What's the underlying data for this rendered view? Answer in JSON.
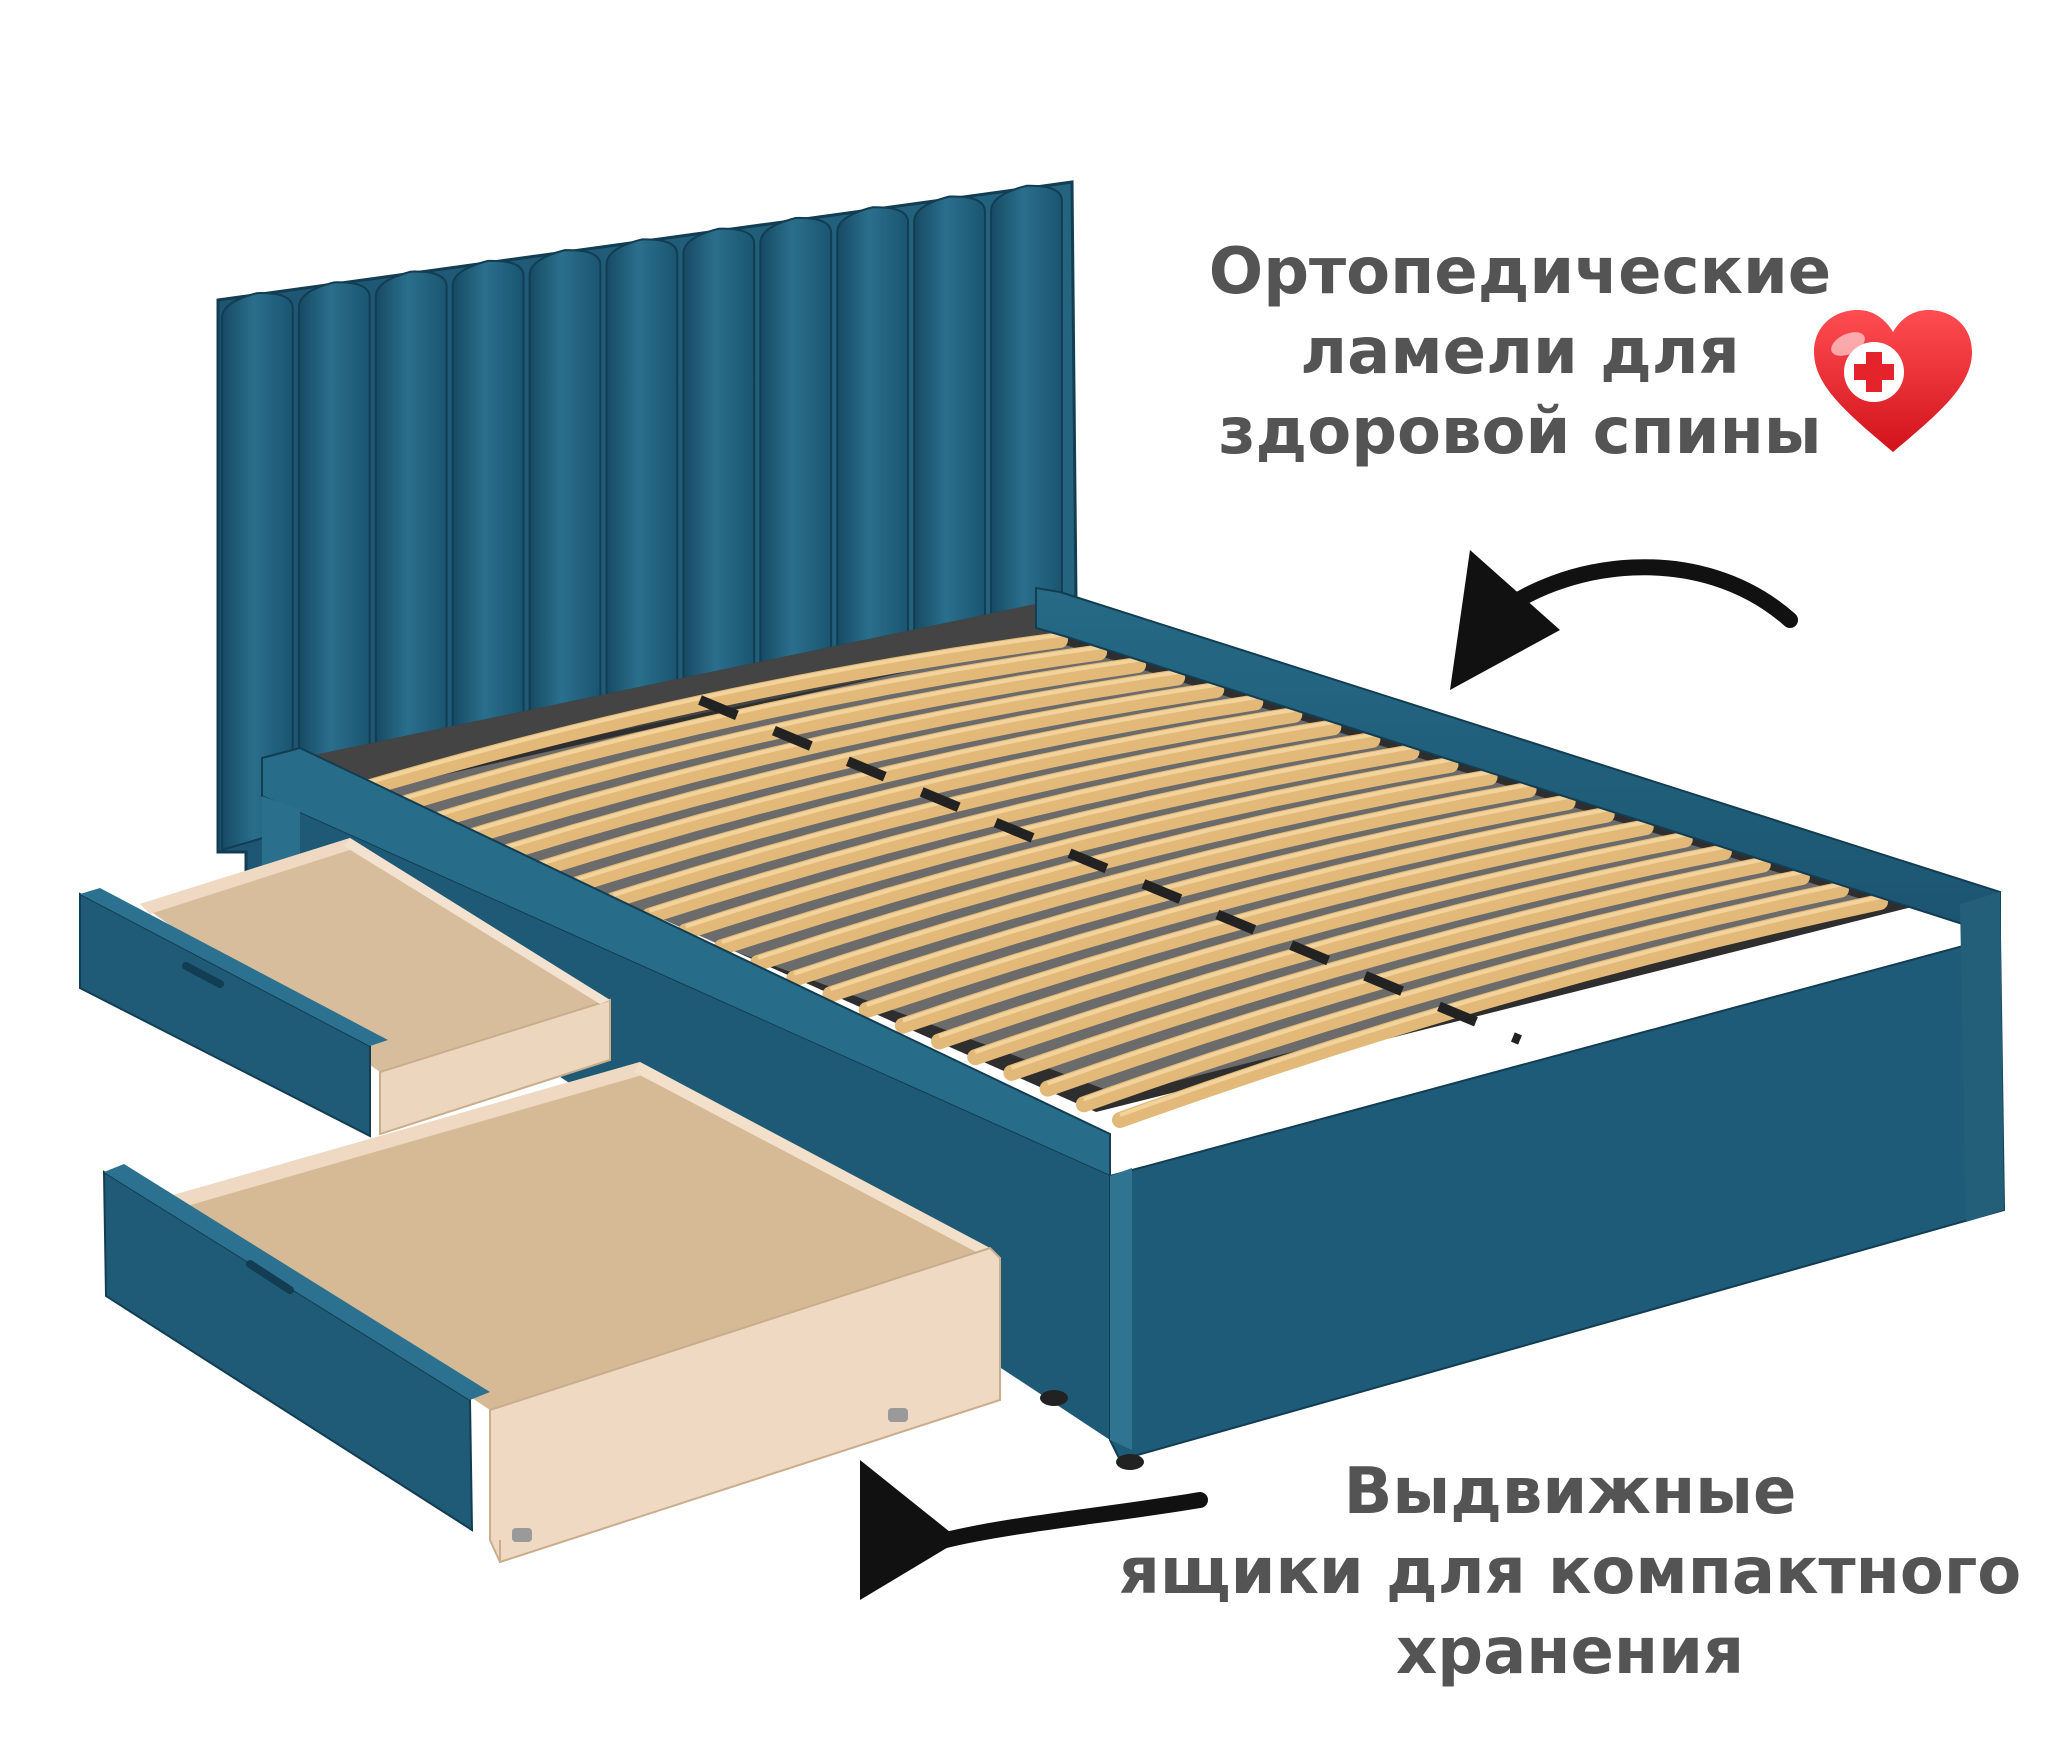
{
  "captions": {
    "slats": {
      "lines": [
        "Ортопедические",
        "ламели для",
        "здоровой спины"
      ]
    },
    "drawers": {
      "lines": [
        "Выдвижные",
        "ящики для компактного",
        "хранения"
      ]
    }
  },
  "icons": {
    "heart": "heart-plus-icon",
    "arrows": [
      "curved-arrow-icon",
      "curved-arrow-icon"
    ]
  },
  "colors": {
    "upholstery": "#1f5a78",
    "upholstery_dark": "#173f55",
    "slat": "#e2b978",
    "drawer_wood": "#efd9c2",
    "drawer_floor": "#d9bd9d",
    "frame_inner": "#3b3b3b",
    "text": "#545454",
    "heart": "#e5232b"
  }
}
